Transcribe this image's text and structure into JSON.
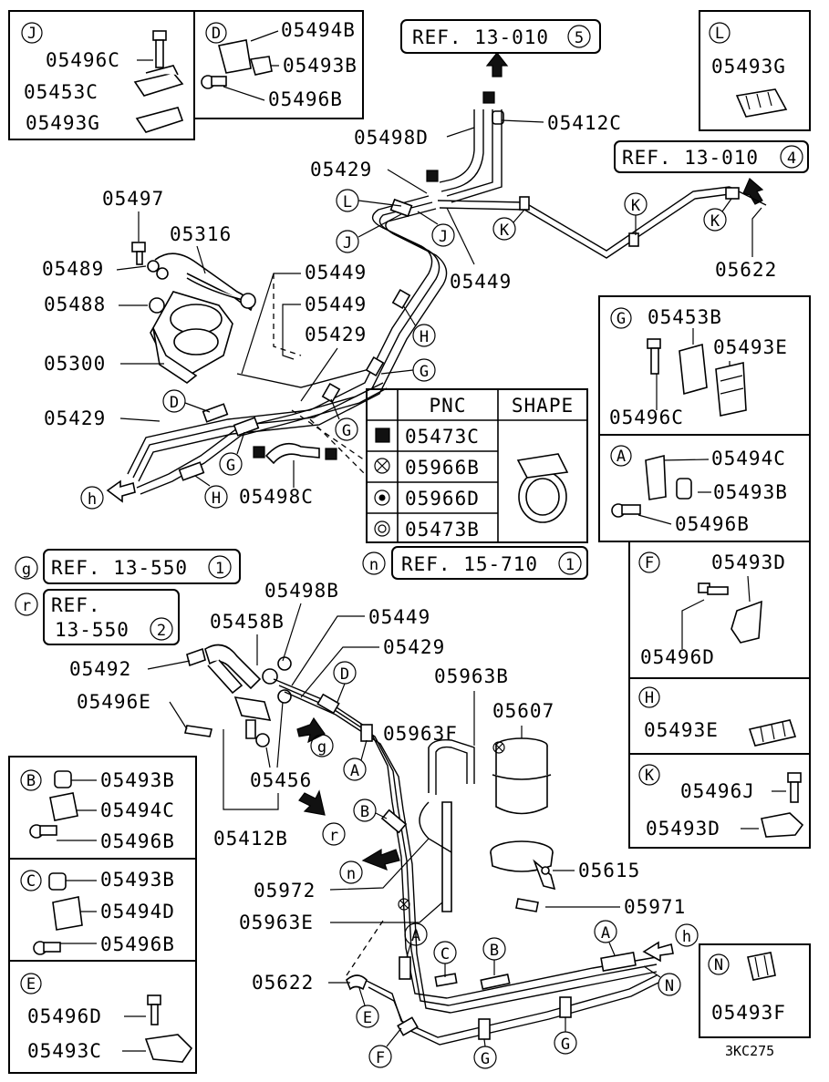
{
  "diagram_code": "3KC275",
  "refs": {
    "ref_13_010_5": "REF. 13-010",
    "ref_13_010_5_num": "5",
    "ref_13_010_4": "REF. 13-010",
    "ref_13_010_4_num": "4",
    "ref_13_550_1": "REF. 13-550",
    "ref_13_550_1_num": "1",
    "ref_13_550_2_line1": "REF.",
    "ref_13_550_2_line2": "13-550",
    "ref_13_550_2_num": "2",
    "ref_15_710_1": "REF. 15-710",
    "ref_15_710_1_num": "1"
  },
  "letters": {
    "g": "g",
    "r": "r",
    "n": "n",
    "h": "h",
    "A": "A",
    "B": "B",
    "C": "C",
    "D": "D",
    "E": "E",
    "F": "F",
    "G": "G",
    "H": "H",
    "J": "J",
    "K": "K",
    "L": "L",
    "N": "N"
  },
  "pnc_table": {
    "header_pnc": "PNC",
    "header_shape": "SHAPE",
    "rows": [
      "05473C",
      "05966B",
      "05966D",
      "05473B"
    ]
  },
  "inset_J": {
    "labels": [
      "05496C",
      "05453C",
      "05493G"
    ]
  },
  "inset_D": {
    "labels": [
      "05494B",
      "05493B",
      "05496B"
    ]
  },
  "inset_L": {
    "labels": [
      "05493G"
    ]
  },
  "inset_G": {
    "labels": [
      "05453B",
      "05493E",
      "05496C"
    ]
  },
  "inset_A": {
    "labels": [
      "05494C",
      "05493B",
      "05496B"
    ]
  },
  "inset_F": {
    "labels": [
      "05493D",
      "05496D"
    ]
  },
  "inset_H": {
    "labels": [
      "05493E"
    ]
  },
  "inset_K": {
    "labels": [
      "05496J",
      "05493D"
    ]
  },
  "inset_B": {
    "labels": [
      "05493B",
      "05494C",
      "05496B"
    ]
  },
  "inset_C": {
    "labels": [
      "05493B",
      "05494D",
      "05496B"
    ]
  },
  "inset_E": {
    "labels": [
      "05496D",
      "05493C"
    ]
  },
  "inset_N": {
    "labels": [
      "05493F"
    ]
  },
  "top": {
    "l05412C": "05412C",
    "l05498D": "05498D",
    "l05429a": "05429",
    "l05449a": "05449",
    "l05622a": "05622",
    "l05497": "05497",
    "l05316": "05316",
    "l05489": "05489",
    "l05488": "05488",
    "l05300": "05300",
    "l05429b": "05429",
    "l05449b": "05449",
    "l05449c": "05449",
    "l05429c": "05429",
    "l05498C": "05498C"
  },
  "bottom": {
    "l05498B": "05498B",
    "l05458B": "05458B",
    "l05449": "05449",
    "l05492": "05492",
    "l05429": "05429",
    "l05496E": "05496E",
    "l05456": "05456",
    "l05412B": "05412B",
    "l05963B": "05963B",
    "l05963F": "05963F",
    "l05607": "05607",
    "l05615": "05615",
    "l05972": "05972",
    "l05971": "05971",
    "l05963E": "05963E",
    "l05622": "05622"
  }
}
